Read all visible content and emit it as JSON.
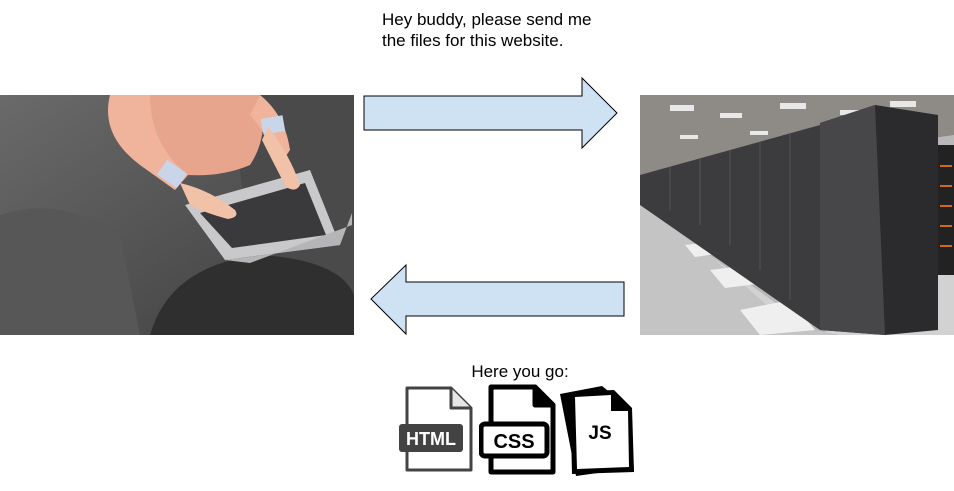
{
  "messages": {
    "request": "Hey buddy, please send me the files for this website.",
    "reply": "Here you go:"
  },
  "files": [
    {
      "label": "HTML"
    },
    {
      "label": "CSS"
    },
    {
      "label": "JS"
    }
  ],
  "colors": {
    "arrow_fill": "#cfe2f3",
    "arrow_stroke": "#000000",
    "html_icon": "#434343",
    "css_icon": "#000000",
    "js_icon": "#000000"
  },
  "images": {
    "left": "person-using-laptop-photo",
    "right": "server-room-photo"
  }
}
